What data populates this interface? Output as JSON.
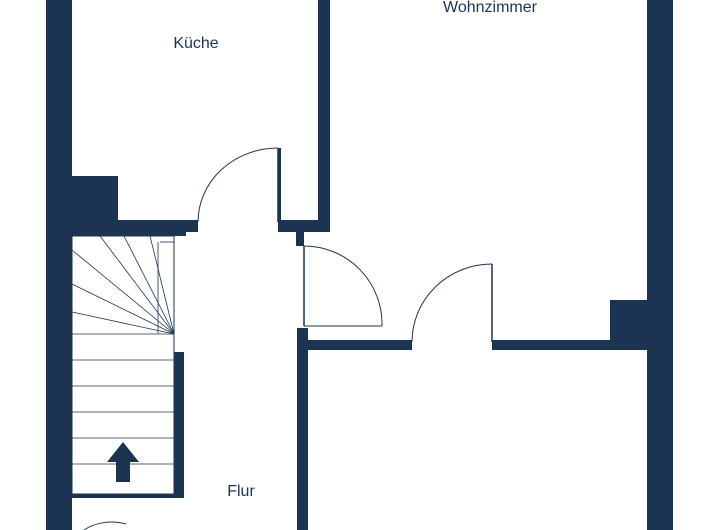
{
  "floorplan": {
    "rooms": {
      "kitchen": "Küche",
      "living": "Wohnzimmer",
      "hall": "Flur"
    },
    "colors": {
      "wall": "#1c3451",
      "background": "#ffffff"
    },
    "icons": [
      "stair-direction-arrow-icon"
    ]
  }
}
